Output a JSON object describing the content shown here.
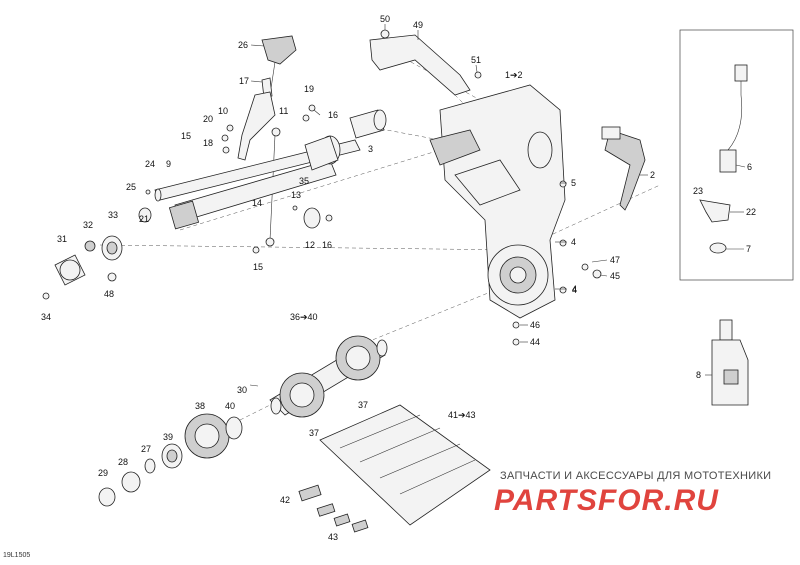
{
  "diagram": {
    "code": "19L1505",
    "callouts": [
      "50",
      "49",
      "26",
      "51",
      "1➔2",
      "17",
      "19",
      "10",
      "11",
      "16",
      "20",
      "18",
      "15",
      "3",
      "5",
      "24",
      "9",
      "35",
      "2",
      "6",
      "23",
      "22",
      "7",
      "25",
      "21",
      "13",
      "32",
      "33",
      "14",
      "4",
      "31",
      "12",
      "16",
      "4",
      "47",
      "45",
      "15",
      "48",
      "34",
      "4",
      "8",
      "36➔40",
      "46",
      "44",
      "30",
      "38",
      "40",
      "37",
      "37",
      "41➔43",
      "39",
      "27",
      "28",
      "29",
      "42",
      "43"
    ]
  },
  "watermark": {
    "tagline": "ЗАПЧАСТИ И АКСЕССУАРЫ ДЛЯ МОТОТЕХНИКИ",
    "brand": "PARTSFOR.RU"
  }
}
